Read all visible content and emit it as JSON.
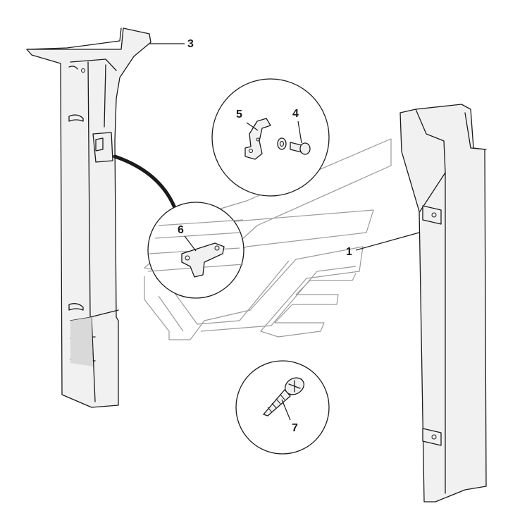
{
  "callouts": [
    {
      "id": "1",
      "label": "1"
    },
    {
      "id": "3",
      "label": "3"
    },
    {
      "id": "4",
      "label": "4"
    },
    {
      "id": "5",
      "label": "5"
    },
    {
      "id": "6",
      "label": "6"
    },
    {
      "id": "7",
      "label": "7"
    }
  ]
}
